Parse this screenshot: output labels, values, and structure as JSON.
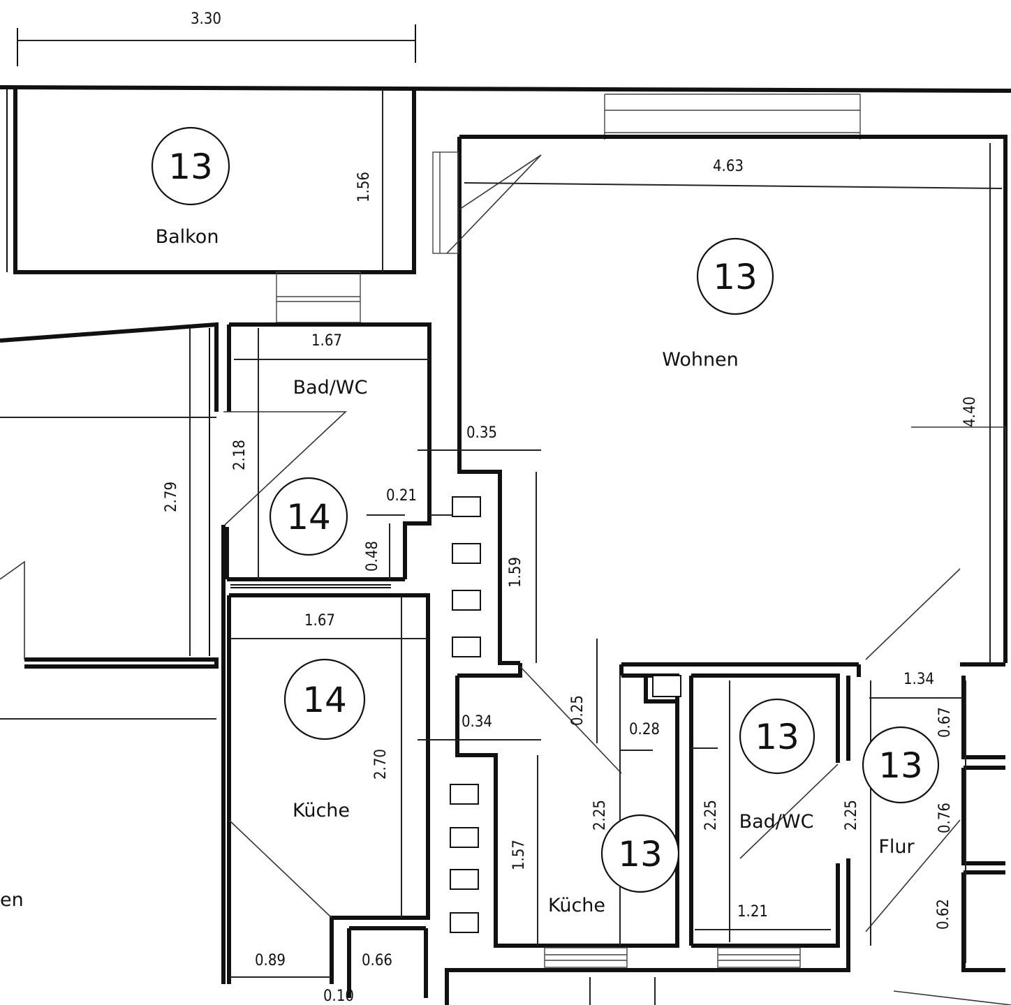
{
  "rooms": [
    {
      "id": "balkon",
      "number": "13",
      "label": "Balkon"
    },
    {
      "id": "wohnen",
      "number": "13",
      "label": "Wohnen"
    },
    {
      "id": "bad-left",
      "number": "14",
      "label": "Bad/WC"
    },
    {
      "id": "kueche-left",
      "number": "14",
      "label": "Küche"
    },
    {
      "id": "kueche-right",
      "number": "13",
      "label": "Küche"
    },
    {
      "id": "bad-right",
      "number": "13",
      "label": "Bad/WC"
    },
    {
      "id": "flur",
      "number": "13",
      "label": "Flur"
    },
    {
      "id": "partial-left",
      "label": "en"
    }
  ],
  "dimensions": {
    "balkon_width": "3.30",
    "balkon_depth": "1.56",
    "wohnen_width": "4.63",
    "wohnen_depth": "4.40",
    "bad_left_width": "1.67",
    "bad_left_depth": "2.18",
    "corridor_left": "2.79",
    "wall_035": "0.35",
    "wall_021": "0.21",
    "wall_048": "0.48",
    "wohnen_159": "1.59",
    "kueche_left_width": "1.67",
    "kueche_left_depth": "2.70",
    "wall_034": "0.34",
    "wall_025": "0.25",
    "wall_028": "0.28",
    "kueche_right_depth": "2.25",
    "kueche_right_157": "1.57",
    "bad_right_depth": "2.25",
    "bad_right_width": "1.21",
    "flur_depth": "2.25",
    "flur_width": "1.34",
    "right_067": "0.67",
    "right_076": "0.76",
    "right_062": "0.62",
    "bottom_089": "0.89",
    "bottom_066": "0.66",
    "bottom_010": "0.10"
  }
}
